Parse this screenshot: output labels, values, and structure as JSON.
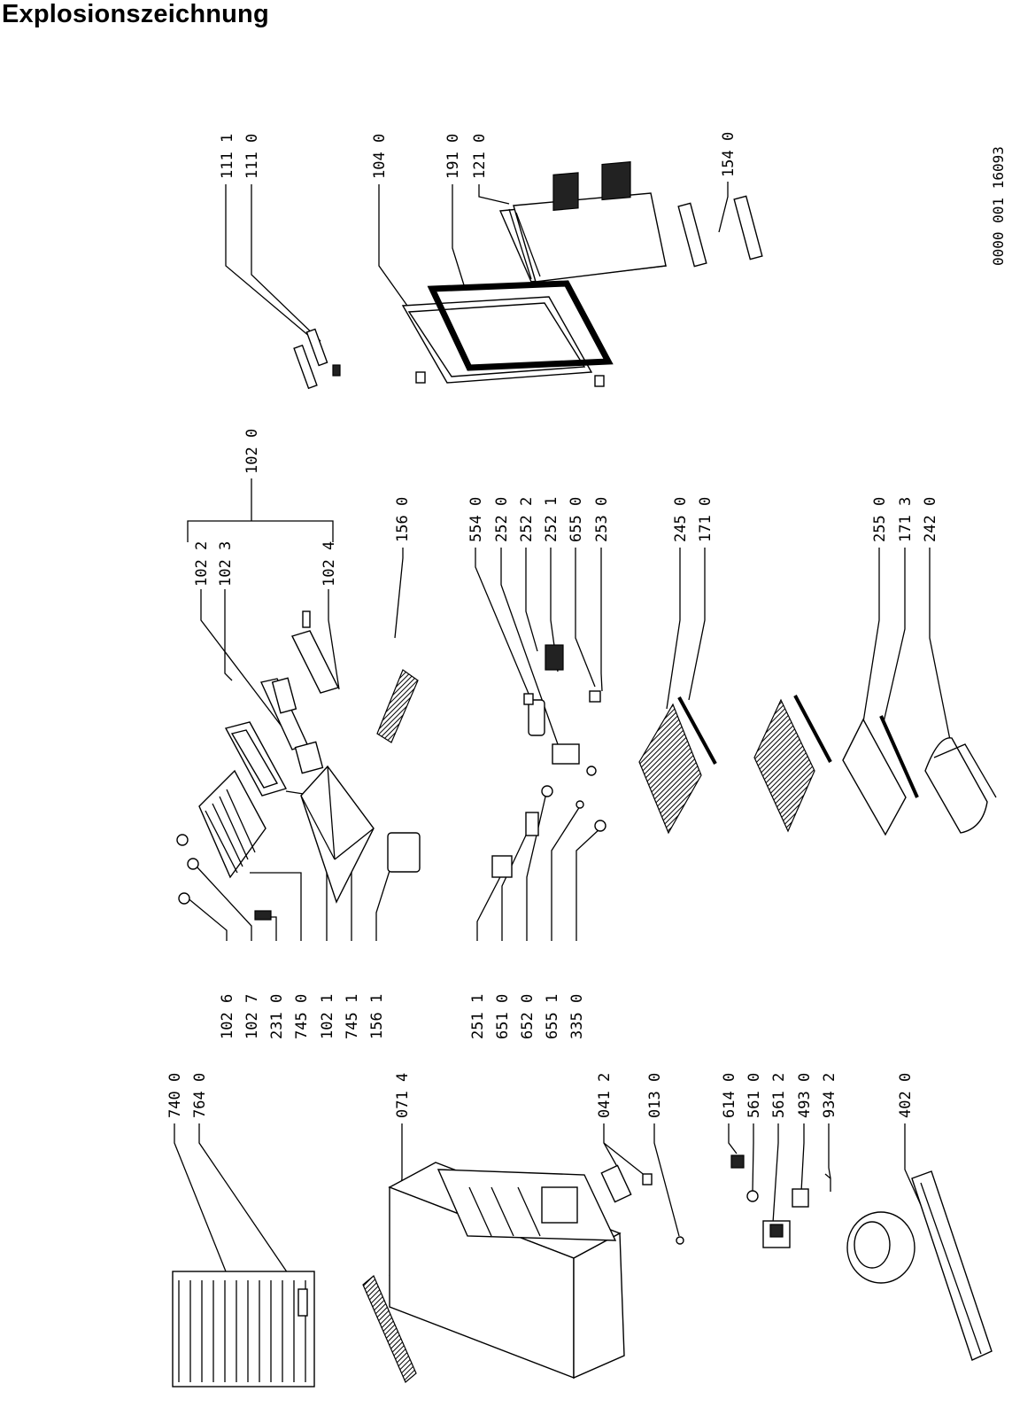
{
  "title": "Explosionszeichnung",
  "drawing_code": "0000 001  16093",
  "labels": {
    "l1111": "111 1",
    "l1110": "111 0",
    "l1040": "104 0",
    "l1910": "191 0",
    "l1210": "121 0",
    "l1540": "154 0",
    "l1020": "102 0",
    "l1022": "102 2",
    "l1023": "102 3",
    "l1024": "102 4",
    "l1560": "156 0",
    "l5540": "554 0",
    "l2520": "252 0",
    "l2522": "252 2",
    "l2521": "252 1",
    "l6550": "655 0",
    "l2530": "253 0",
    "l2450": "245 0",
    "l1710": "171 0",
    "l2550": "255 0",
    "l1713": "171 3",
    "l2420": "242 0",
    "l1026": "102 6",
    "l1027": "102 7",
    "l2310": "231 0",
    "l7450": "745 0",
    "l1021": "102 1",
    "l7451": "745 1",
    "l1561": "156 1",
    "l2511": "251 1",
    "l6510": "651 0",
    "l6520": "652 0",
    "l6551": "655 1",
    "l3350": "335 0",
    "l7400": "740 0",
    "l7640": "764 0",
    "l0714": "071 4",
    "l0412": "041 2",
    "l0130": "013 0",
    "l6140": "614 0",
    "l5610": "561 0",
    "l5612": "561 2",
    "l4930": "493 0",
    "l9342": "934 2",
    "l4020": "402 0"
  }
}
